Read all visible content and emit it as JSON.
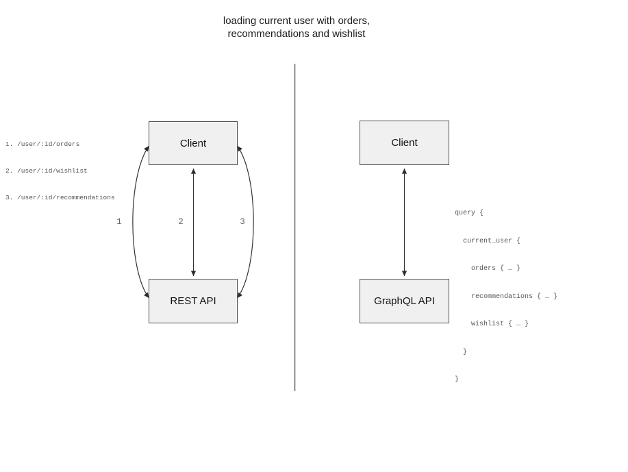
{
  "title": {
    "line1": "loading current user with orders,",
    "line2": "recommendations and wishlist"
  },
  "rest_panel": {
    "client_label": "Client",
    "api_label": "REST API",
    "endpoints": [
      "1. /user/:id/orders",
      "2. /user/:id/wishlist",
      "3. /user/:id/recommendations"
    ],
    "arrow_labels": [
      "1",
      "2",
      "3"
    ]
  },
  "graphql_panel": {
    "client_label": "Client",
    "api_label": "GraphQL API",
    "query_lines": [
      "query {",
      "  current_user {",
      "    orders { … }",
      "    recommendations { … }",
      "    wishlist { … }",
      "  }",
      "}"
    ]
  },
  "colors": {
    "background": "#ffffff",
    "box_fill": "#f0f0f0",
    "box_border": "#4d4d4d",
    "arrow": "#333333",
    "divider": "#6e6e6e",
    "code_text": "#555555",
    "title_text": "#1a1a1a"
  }
}
